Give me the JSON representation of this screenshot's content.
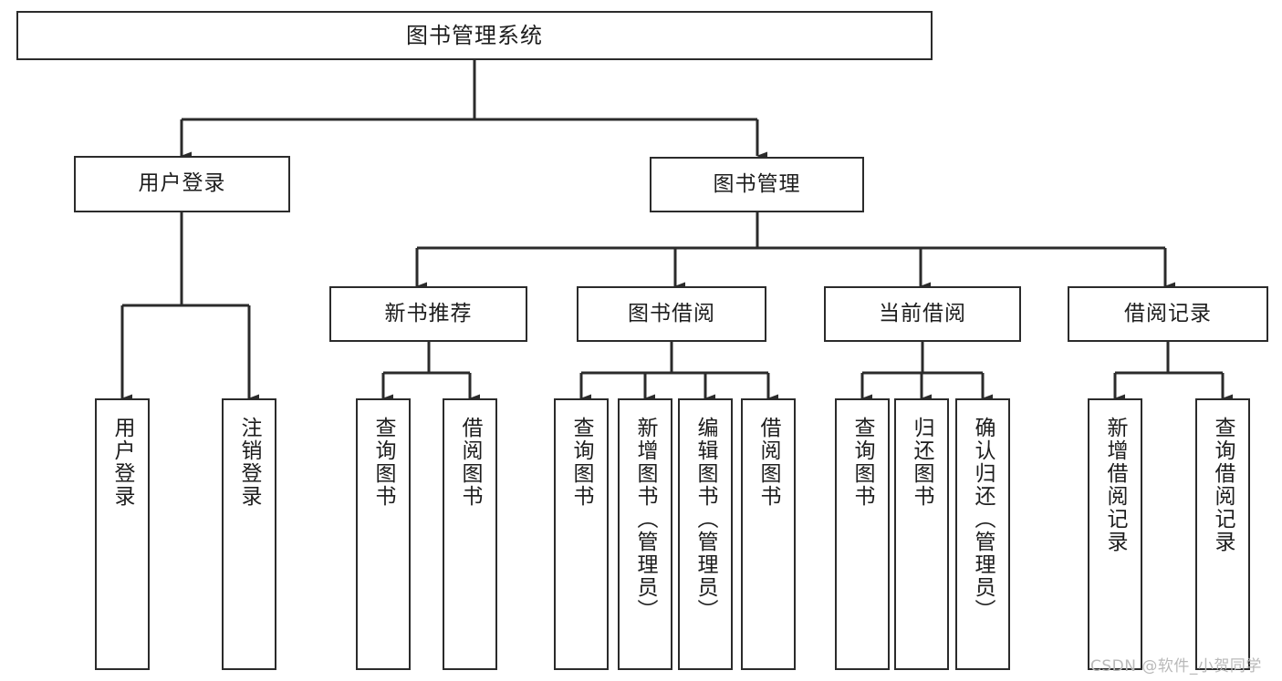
{
  "diagram": {
    "kind": "function-structure-tree",
    "root": {
      "label": "图书管理系统"
    },
    "level1": [
      {
        "label": "用户登录"
      },
      {
        "label": "图书管理"
      }
    ],
    "level2": [
      {
        "label": "新书推荐"
      },
      {
        "label": "图书借阅"
      },
      {
        "label": "当前借阅"
      },
      {
        "label": "借阅记录"
      }
    ],
    "leaves": {
      "user_login": [
        {
          "label": "用户登录"
        },
        {
          "label": "注销登录"
        }
      ],
      "new_book_recommend": [
        {
          "label": "查询图书"
        },
        {
          "label": "借阅图书"
        }
      ],
      "book_borrow": [
        {
          "label": "查询图书"
        },
        {
          "label": "新增图书（管理员）"
        },
        {
          "label": "编辑图书（管理员）"
        },
        {
          "label": "借阅图书"
        }
      ],
      "current_borrow": [
        {
          "label": "查询图书"
        },
        {
          "label": "归还图书"
        },
        {
          "label": "确认归还（管理员）"
        }
      ],
      "borrow_record": [
        {
          "label": "新增借阅记录"
        },
        {
          "label": "查询借阅记录"
        }
      ]
    }
  },
  "watermark": {
    "text": "CSDN @软件_小贺同学"
  },
  "colors": {
    "stroke": "#2b2b2b",
    "fill": "#ffffff",
    "text": "#1d1d1d",
    "watermark": "#b9b9b9"
  }
}
